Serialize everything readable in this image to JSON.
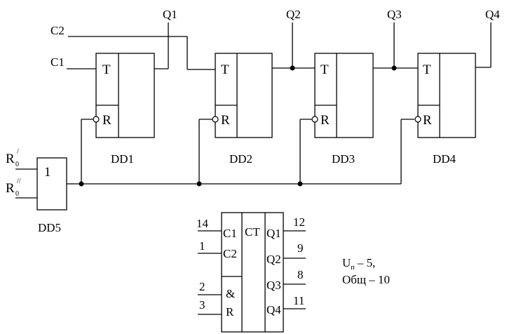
{
  "flipflops": [
    {
      "name": "DD1",
      "t_label": "T",
      "r_label": "R"
    },
    {
      "name": "DD2",
      "t_label": "T",
      "r_label": "R"
    },
    {
      "name": "DD3",
      "t_label": "T",
      "r_label": "R"
    },
    {
      "name": "DD4",
      "t_label": "T",
      "r_label": "R"
    }
  ],
  "outputs": [
    "Q1",
    "Q2",
    "Q3",
    "Q4"
  ],
  "clocks": {
    "c1": "C1",
    "c2": "C2"
  },
  "gate": {
    "name": "DD5",
    "symbol": "1",
    "in1_main": "R",
    "in1_sub": "0",
    "in1_mark": "/",
    "in2_main": "R",
    "in2_sub": "0",
    "in2_mark": "//"
  },
  "counter": {
    "ct_label": "CT",
    "inputs": [
      {
        "pin": "14",
        "label": "C1"
      },
      {
        "pin": "1",
        "label": "C2"
      },
      {
        "pin": "2",
        "label": "&"
      },
      {
        "pin": "3",
        "label": "R"
      }
    ],
    "outputs": [
      {
        "pin": "12",
        "label": "Q1"
      },
      {
        "pin": "9",
        "label": "Q2"
      },
      {
        "pin": "8",
        "label": "Q3"
      },
      {
        "pin": "11",
        "label": "Q4"
      }
    ]
  },
  "power": {
    "line1_main": "U",
    "line1_sub": "п",
    "line1_rest": " – 5,",
    "line2": "Общ – 10"
  }
}
